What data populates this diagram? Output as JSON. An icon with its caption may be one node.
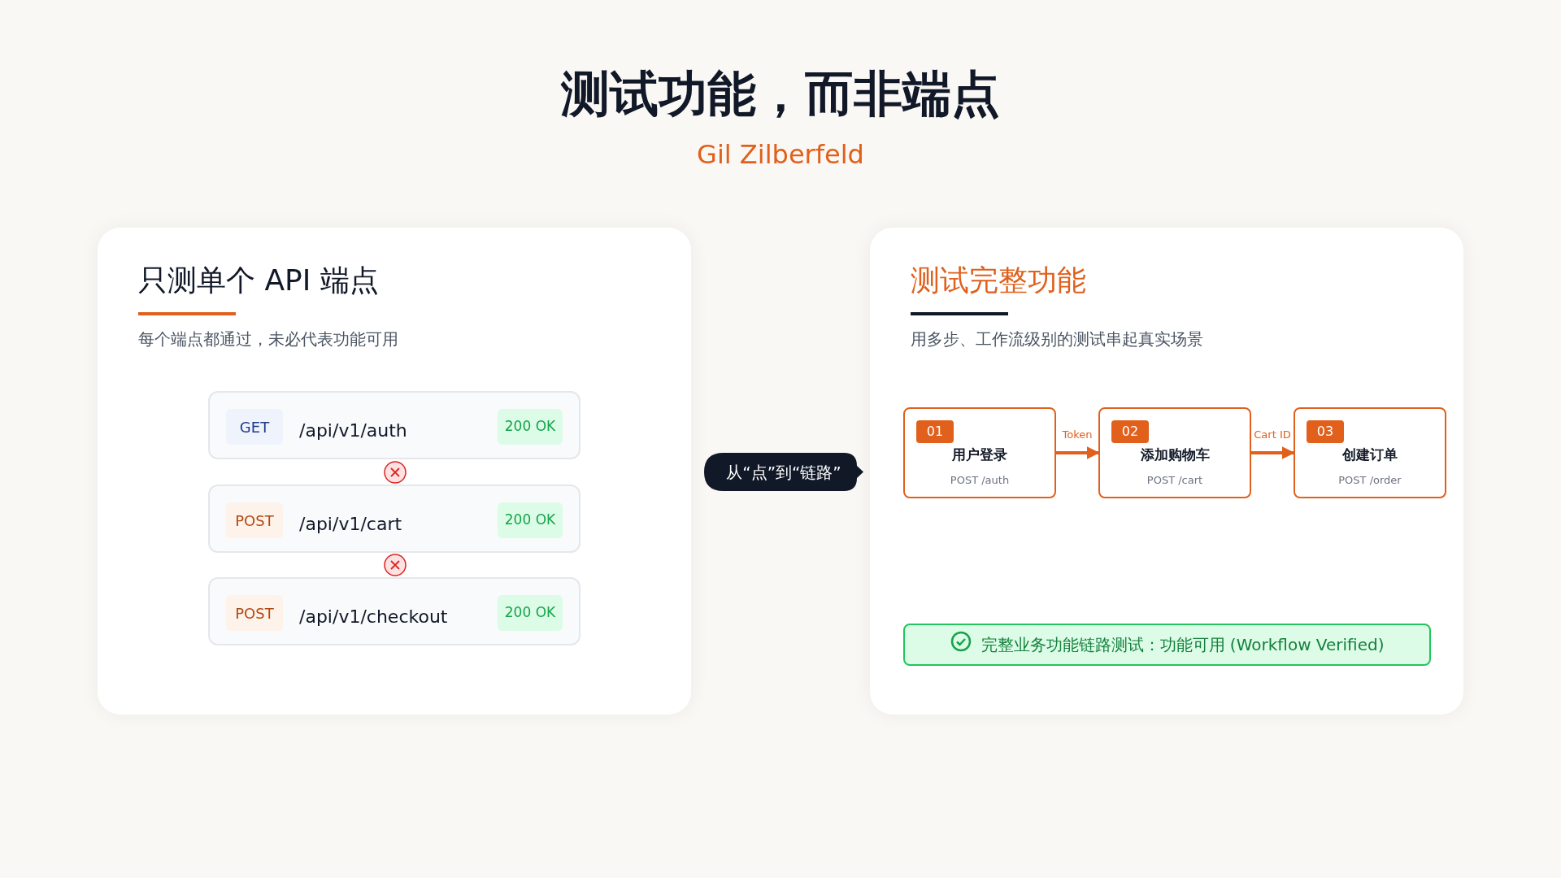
{
  "diagram": {
    "title": "测试功能，而非端点",
    "nodes": [
      {
        "text": [
          "只测单个 API 端点",
          "每个端点都通过，未必代表功能可用"
        ]
      },
      {
        "text": [
          "GET",
          "/api/v1/auth",
          "200 OK"
        ],
        "in": 0
      },
      {
        "text": [
          "POST",
          "/api/v1/cart",
          "200 OK"
        ],
        "in": 0
      },
      {
        "text": [
          "POST",
          "/api/v1/checkout",
          "200 OK"
        ],
        "in": 0
      },
      {
        "text": [
          "从“点”到“链路”"
        ]
      },
      {
        "text": [
          "测试完整功能",
          "用多步、工作流级别的测试串起真实场景"
        ]
      },
      {
        "text": [
          "01",
          "用户登录",
          "POST /auth"
        ],
        "in": 5
      },
      {
        "text": [
          "02",
          "添加购物车",
          "POST /cart"
        ],
        "in": 5
      },
      {
        "text": [
          "03",
          "创建订单",
          "POST /order"
        ],
        "in": 5
      },
      {
        "text": [
          "完整业务功能链路测试：功能可用 (Workflow Verified)"
        ],
        "in": 5
      }
    ],
    "edges": [
      {
        "from": 6,
        "to": 7,
        "arrow": "to",
        "label": "Token"
      },
      {
        "from": 7,
        "to": 8,
        "arrow": "to",
        "label": "Cart ID"
      }
    ],
    "labels": [
      "Gil Zilberfeld"
    ]
  }
}
